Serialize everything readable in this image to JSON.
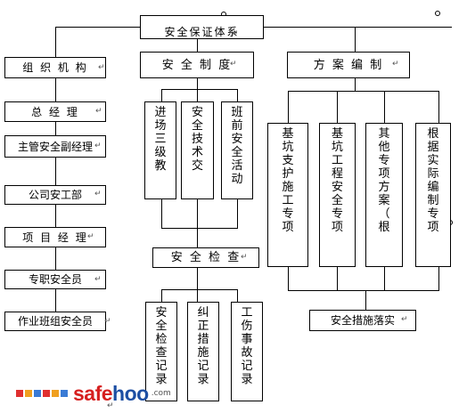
{
  "title": "安全保证体系",
  "org": {
    "header": "组 织 机 构",
    "levels": [
      "总 经 理",
      "主管安全副经理",
      "公司安工部",
      "项 目 经 理",
      "专职安全员",
      "作业班组安全员"
    ]
  },
  "system": {
    "header": "安 全 制 度",
    "items": [
      "进场三级教",
      "安全技术交",
      "班前安全活动"
    ],
    "check": "安 全 检 查",
    "check_items": [
      "安全检查记录",
      "纠正措施记录",
      "工伤事故记录"
    ]
  },
  "plan": {
    "header": "方 案 编 制",
    "items": [
      "基坑支护施工专项",
      "基坑工程安全专项",
      "其他专项方案（根",
      "根据实际编制专项"
    ],
    "result": "安全措施落实"
  },
  "watermark": {
    "brand_left": "safe",
    "brand_right": "hoo",
    "brand_suffix": ".com",
    "colors": [
      "#e03030",
      "#f0a020",
      "#3a7bd5",
      "#e03030",
      "#f0a020",
      "#3a7bd5"
    ]
  },
  "mark_char": "↵"
}
